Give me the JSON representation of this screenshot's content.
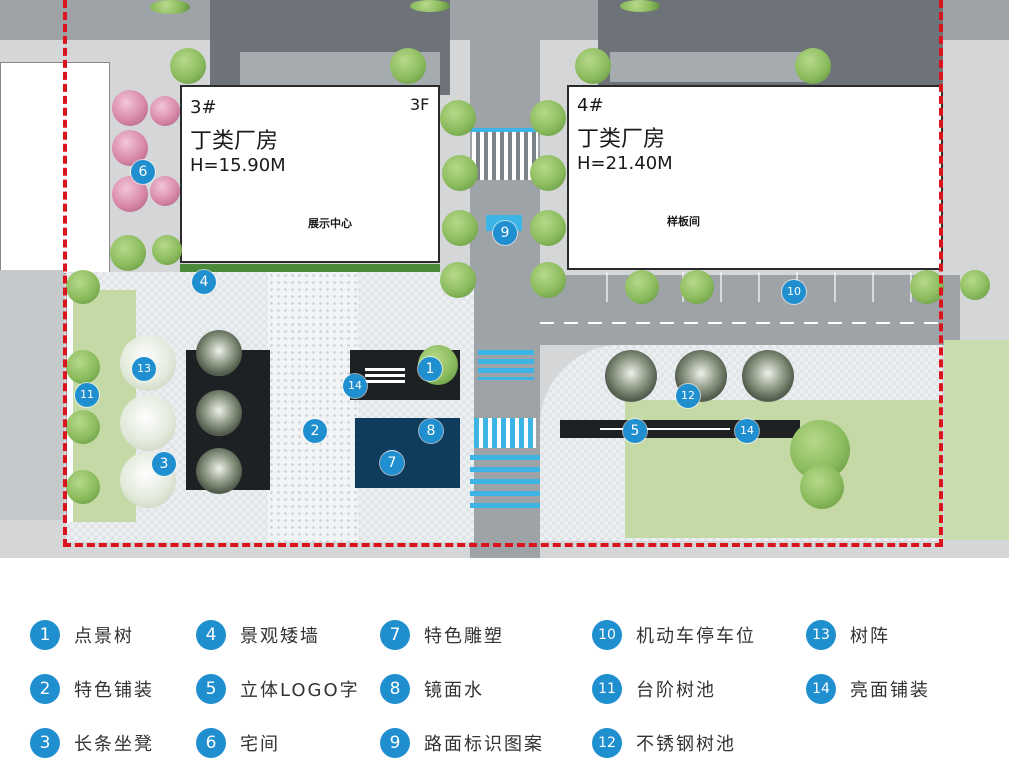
{
  "buildings": {
    "b3": {
      "number": "3#",
      "name": "丁类厂房",
      "height": "H=15.90M",
      "floors": "3F",
      "function": "展示中心"
    },
    "b4": {
      "number": "4#",
      "name": "丁类厂房",
      "height": "H=21.40M",
      "function": "样板间"
    }
  },
  "map_markers": [
    {
      "id": "m1",
      "label": "1"
    },
    {
      "id": "m2",
      "label": "2"
    },
    {
      "id": "m3",
      "label": "3"
    },
    {
      "id": "m4",
      "label": "4"
    },
    {
      "id": "m5",
      "label": "5"
    },
    {
      "id": "m6",
      "label": "6"
    },
    {
      "id": "m7",
      "label": "7"
    },
    {
      "id": "m8",
      "label": "8"
    },
    {
      "id": "m9",
      "label": "9"
    },
    {
      "id": "m10",
      "label": "10"
    },
    {
      "id": "m11",
      "label": "11"
    },
    {
      "id": "m12",
      "label": "12"
    },
    {
      "id": "m13",
      "label": "13"
    },
    {
      "id": "m14a",
      "label": "14"
    },
    {
      "id": "m14b",
      "label": "14"
    }
  ],
  "legend": [
    {
      "num": "1",
      "label": "点景树"
    },
    {
      "num": "2",
      "label": "特色铺装"
    },
    {
      "num": "3",
      "label": "长条坐凳"
    },
    {
      "num": "4",
      "label": "景观矮墙"
    },
    {
      "num": "5",
      "label": "立体LOGO字"
    },
    {
      "num": "6",
      "label": "宅间"
    },
    {
      "num": "7",
      "label": "特色雕塑"
    },
    {
      "num": "8",
      "label": "镜面水"
    },
    {
      "num": "9",
      "label": "路面标识图案"
    },
    {
      "num": "10",
      "label": "机动车停车位"
    },
    {
      "num": "11",
      "label": "台阶树池"
    },
    {
      "num": "12",
      "label": "不锈钢树池"
    },
    {
      "num": "13",
      "label": "树阵"
    },
    {
      "num": "14",
      "label": "亮面铺装"
    }
  ],
  "colors": {
    "marker": "#1f8fd0",
    "boundary": "#d9141c",
    "mirror_water": "#0f3b5c",
    "road_marking": "#3cb4e6"
  }
}
